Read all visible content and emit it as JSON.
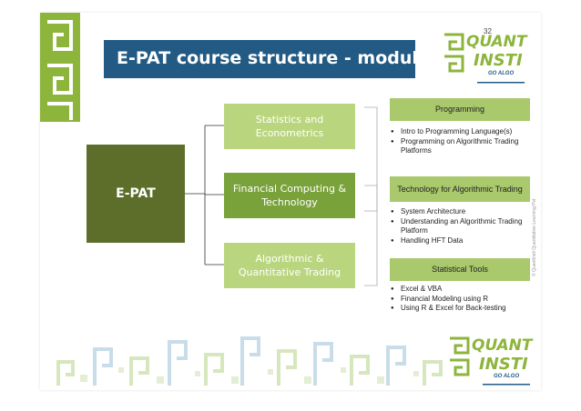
{
  "slide": {
    "page_number": "32",
    "title": "E-PAT course structure - module II",
    "copyright": "© QuantInsti Quantitative Learning Pvt",
    "logo": {
      "line1": "QUANT",
      "line2": "INSTI",
      "tagline": "GO ALGO"
    }
  },
  "diagram": {
    "root": "E-PAT",
    "branches": [
      "Statistics and Econometrics",
      "Financial Computing & Technology",
      "Algorithmic & Quantitative Trading"
    ],
    "topics": [
      {
        "header": "Programming",
        "items": [
          "Intro to Programming Language(s)",
          "Programming on Algorithmic Trading Platforms"
        ]
      },
      {
        "header": "Technology for Algorithmic Trading",
        "items": [
          "System Architecture",
          "Understanding an Algorithmic Trading Platform",
          "Handling HFT Data"
        ]
      },
      {
        "header": "Statistical Tools",
        "items": [
          "Excel & VBA",
          "Financial Modeling using R",
          "Using R & Excel for Back-testing"
        ]
      }
    ]
  },
  "colors": {
    "title_bar": "#225a84",
    "accent_green": "#8db53c",
    "root_box": "#5c6e2a",
    "light_box": "#b9d67f",
    "mid_box": "#7aa23a",
    "topic_header": "#a9c96c"
  }
}
